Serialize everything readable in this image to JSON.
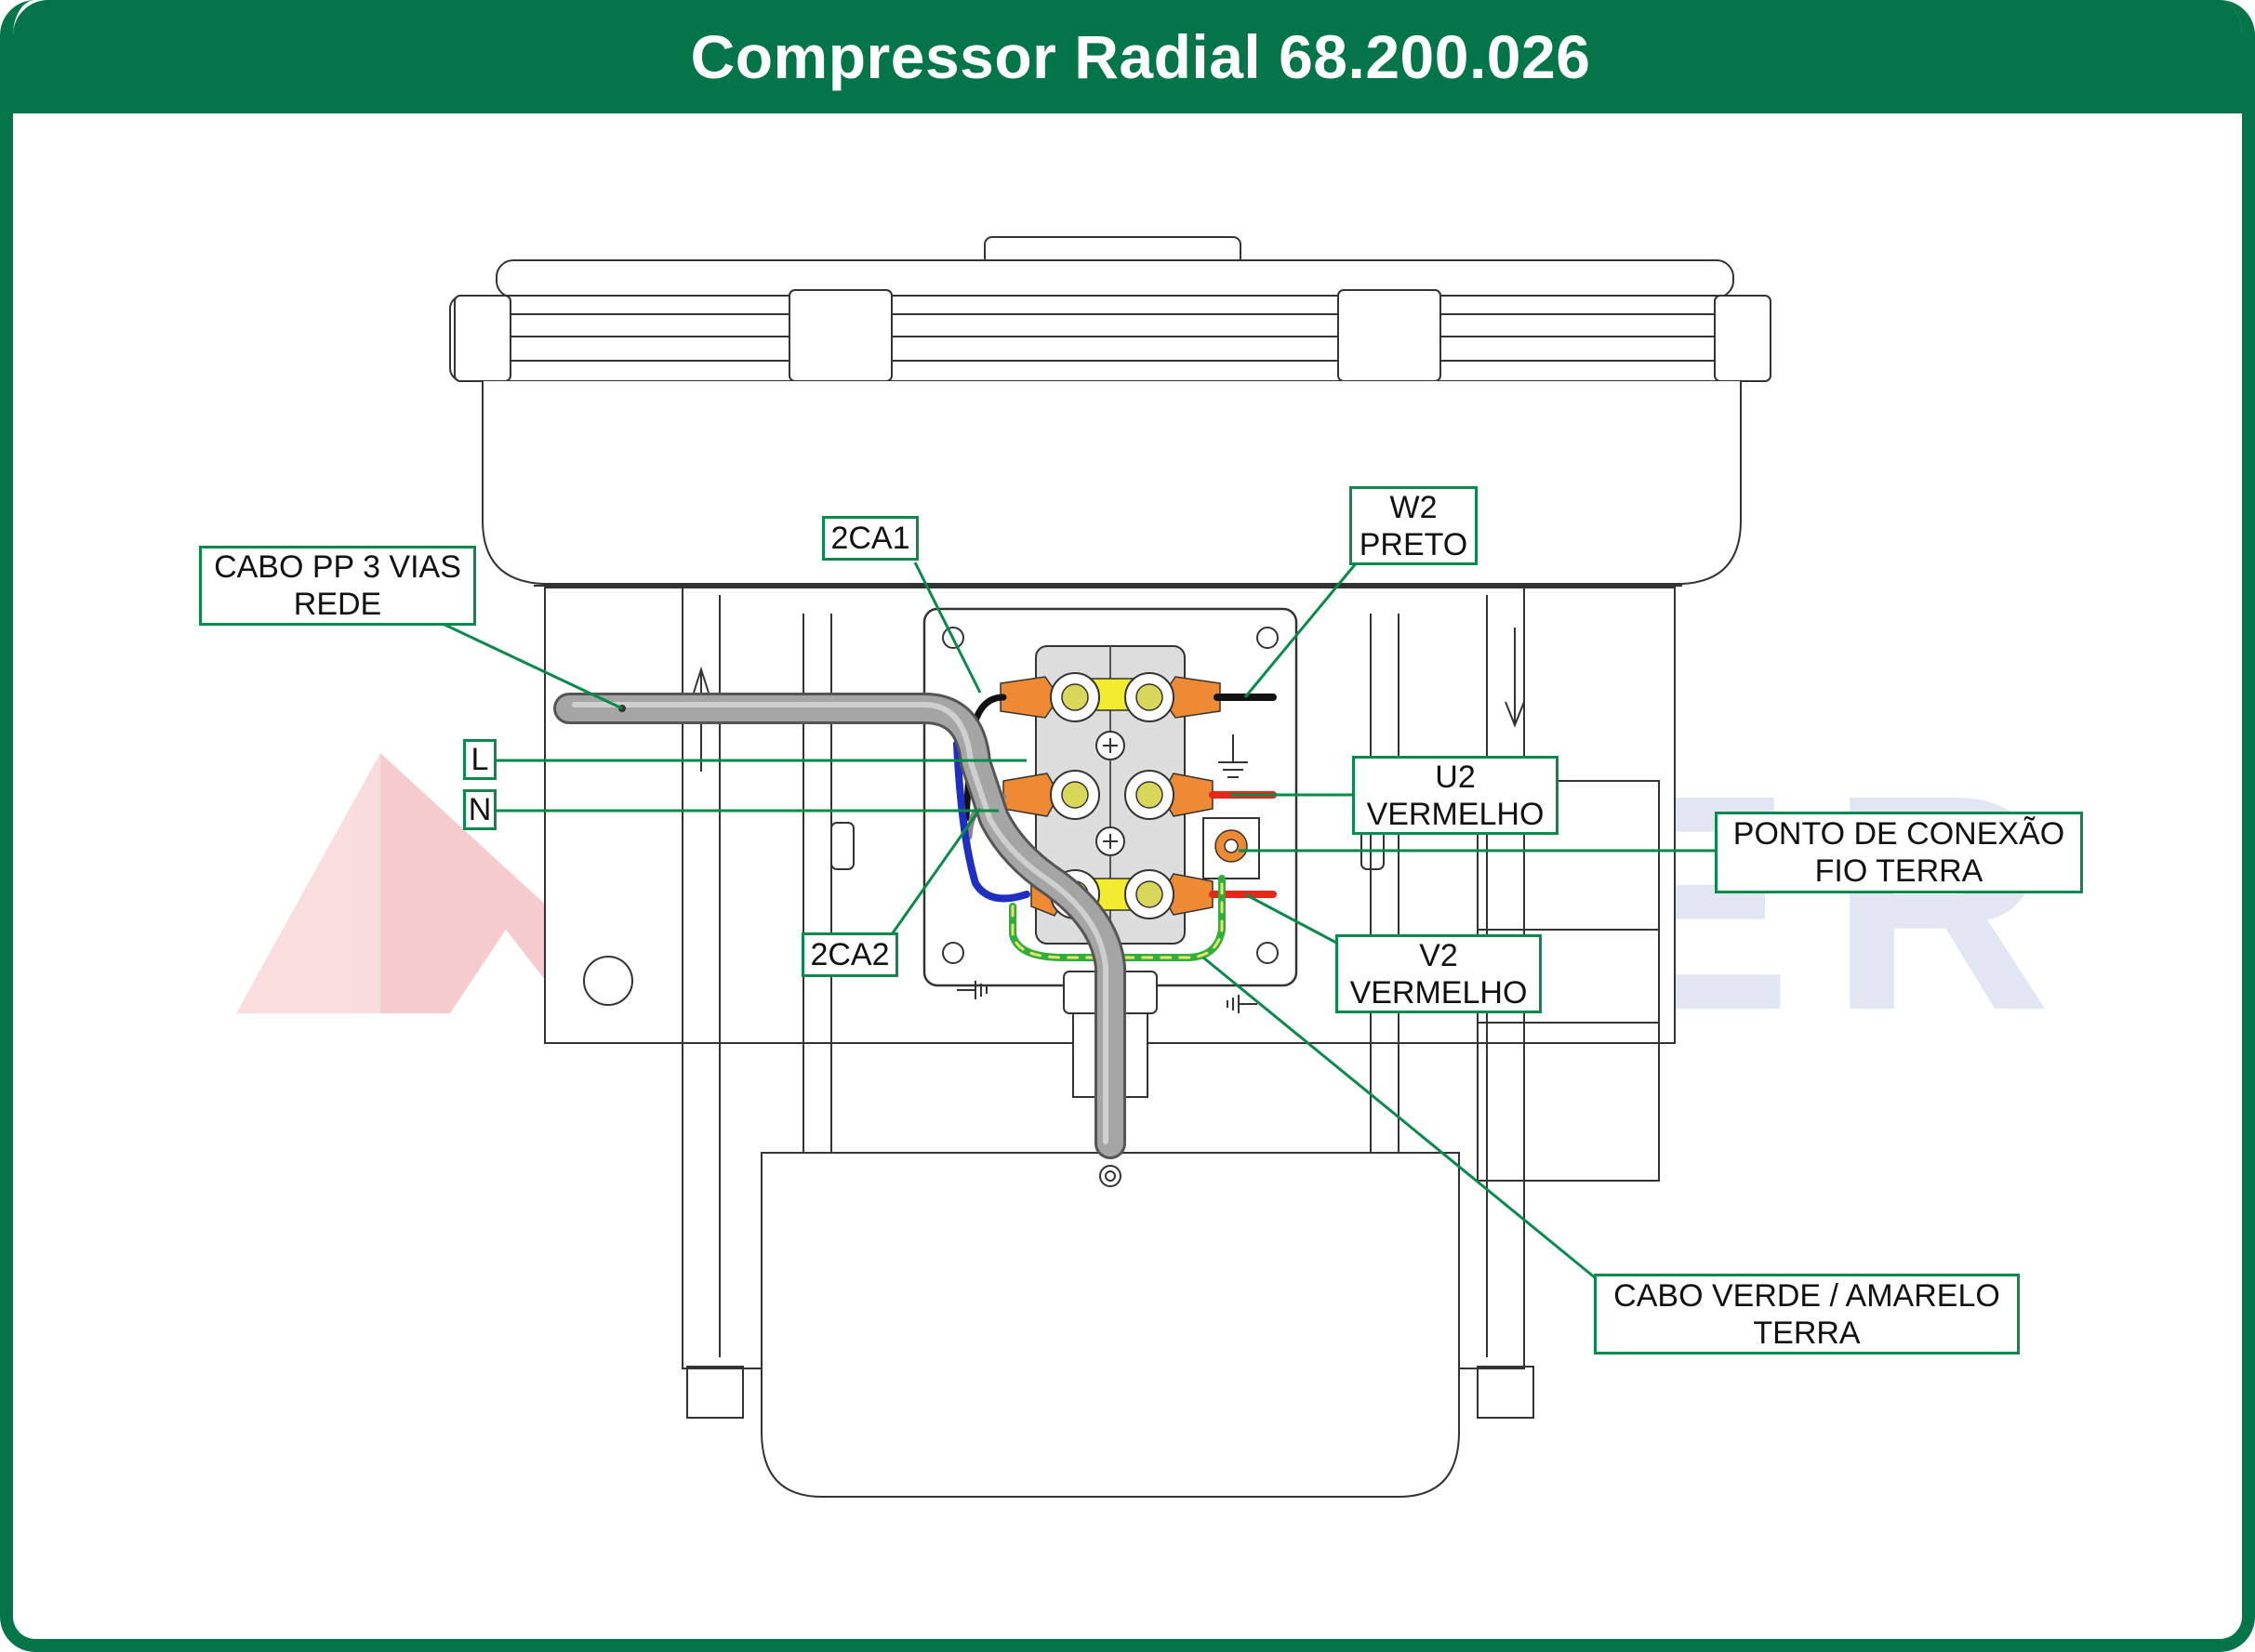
{
  "title": "Compressor Radial 68.200.026",
  "watermark": "ALITER",
  "colors": {
    "brand_green": "#037548",
    "callout_border": "#0a8a4a",
    "cable_gray": "#9a9a9a",
    "wire_black": "#111111",
    "wire_blue": "#1f2fbf",
    "wire_red": "#e5281c",
    "wire_green_yellow": "#2fae3a",
    "terminal_lug": "#ee8a33",
    "terminal_link": "#f3ec2e"
  },
  "callouts": {
    "cabo_pp": {
      "line1": "CABO PP 3 VIAS",
      "line2": "REDE"
    },
    "l": {
      "line1": "L"
    },
    "n": {
      "line1": "N"
    },
    "ca1": {
      "line1": "2CA1"
    },
    "ca2": {
      "line1": "2CA2"
    },
    "w2": {
      "line1": "W2",
      "line2": "PRETO"
    },
    "u2": {
      "line1": "U2",
      "line2": "VERMELHO"
    },
    "v2": {
      "line1": "V2",
      "line2": "VERMELHO"
    },
    "terra_point": {
      "line1": "PONTO DE CONEXÃO",
      "line2": "FIO TERRA"
    },
    "green_cable": {
      "line1": "CABO VERDE / AMARELO",
      "line2": "TERRA"
    }
  }
}
